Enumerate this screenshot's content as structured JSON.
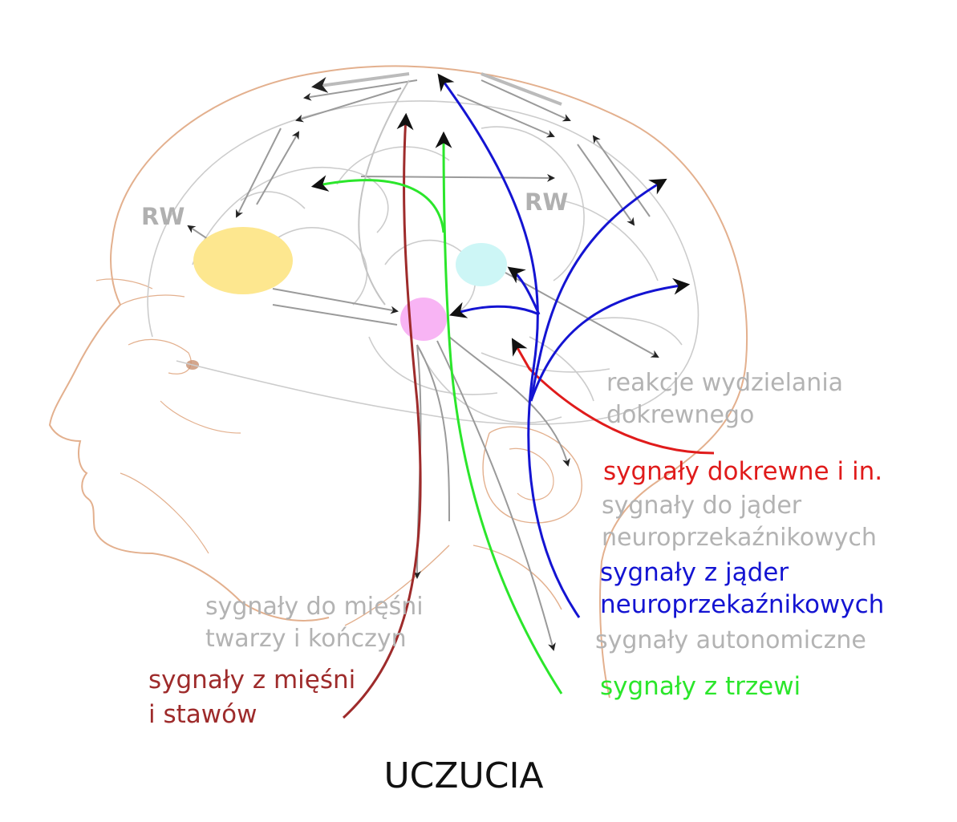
{
  "labels": {
    "rw_left": "RW",
    "rw_right": "RW",
    "endocrine_reactions_1": "reakcje wydzielania",
    "endocrine_reactions_2": "dokrewnego",
    "endocrine_signals": "sygnały dokrewne i in.",
    "to_nuclei_1": "sygnały do jąder",
    "to_nuclei_2": "neuroprzekaźnikowych",
    "from_nuclei_1": "sygnały z jąder",
    "from_nuclei_2": "neuroprzekaźnikowych",
    "autonomic": "sygnały autonomiczne",
    "to_muscles_1": "sygnały do mięśni",
    "to_muscles_2": "twarzy i kończyn",
    "from_muscles_1": "sygnały z mięśni",
    "from_muscles_2": "i stawów",
    "viscera": "sygnały z trzewi",
    "title": "UCZUCIA"
  },
  "colors": {
    "head_outline": "#e3b08e",
    "brain_lines": "#c8c8c8",
    "gray_text": "#b3b3b3",
    "red": "#e01b1b",
    "dark_red": "#9e2b2b",
    "blue": "#1414d2",
    "green": "#2be62b",
    "yellow_region": "#fde78f",
    "cyan_region": "#cdf6f6",
    "pink_region": "#f8b4f4",
    "title": "#111111"
  }
}
